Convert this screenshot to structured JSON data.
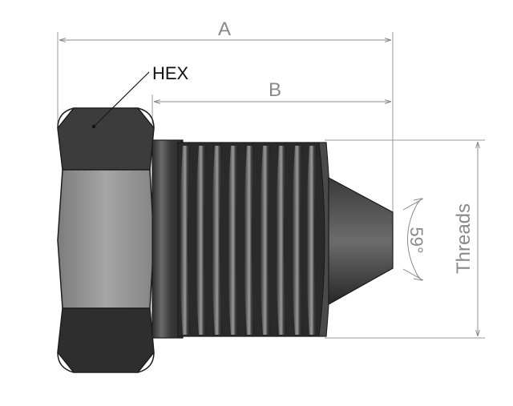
{
  "labels": {
    "dimension_a": "A",
    "dimension_b": "B",
    "hex": "HEX",
    "threads": "Threads",
    "angle": "59°"
  },
  "colors": {
    "body_dark": "#2c2c2c",
    "body_mid": "#4a4a4a",
    "hex_face_light": "#8f8f8f",
    "dimension_line": "#8c8c8c"
  }
}
